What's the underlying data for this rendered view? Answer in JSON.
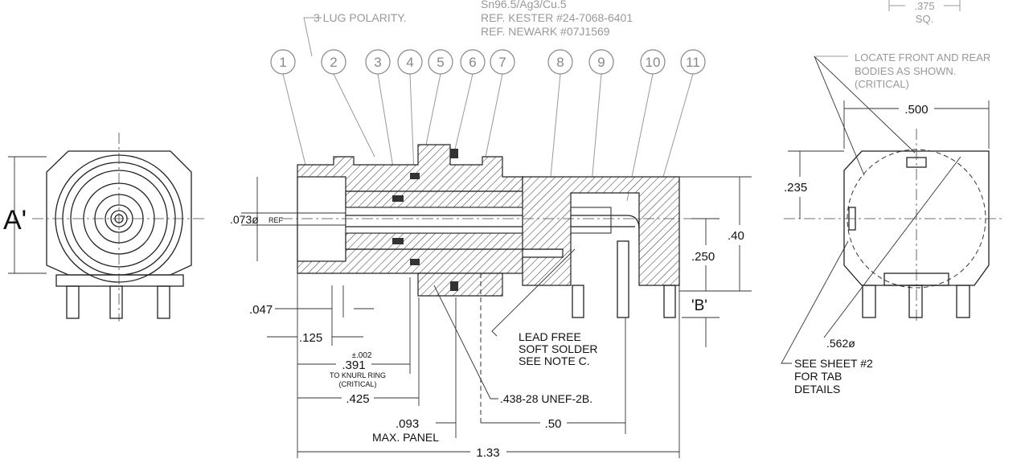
{
  "notes": {
    "lug_polarity": "3 LUG POLARITY.",
    "solder_alloy": "Sn96.5/Ag3/Cu.5",
    "ref_kester": "REF. KESTER #24-7068-6401",
    "ref_newark": "REF. NEWARK #07J1569",
    "locate_line1": "LOCATE FRONT AND REAR",
    "locate_line2": "BODIES AS SHOWN.",
    "locate_line3": "(CRITICAL)",
    "lead_free_1": "LEAD FREE",
    "lead_free_2": "SOFT SOLDER",
    "lead_free_3": "SEE NOTE C.",
    "see_sheet_1": "SEE SHEET #2",
    "see_sheet_2": "FOR TAB",
    "see_sheet_3": "DETAILS"
  },
  "balloons": [
    "1",
    "2",
    "3",
    "4",
    "5",
    "6",
    "7",
    "8",
    "9",
    "10",
    "11"
  ],
  "dimensions": {
    "sq_375": ".375",
    "sq_label": "SQ.",
    "a_prime": "A'",
    "b_prime": "'B'",
    "ref_073": ".073ø",
    "ref_label": "REF",
    "d047": ".047",
    "d125": ".125",
    "tol_002": "±.002",
    "d391": ".391",
    "knurl_1": "TO KNURL RING",
    "knurl_2": "(CRITICAL)",
    "d425": ".425",
    "d093": ".093",
    "max_panel": "MAX. PANEL",
    "thread": ".438-28 UNEF-2B.",
    "d50": ".50",
    "d133": "1.33",
    "d40": ".40",
    "d250": ".250",
    "d235": ".235",
    "d500": ".500",
    "d562": ".562ø"
  }
}
